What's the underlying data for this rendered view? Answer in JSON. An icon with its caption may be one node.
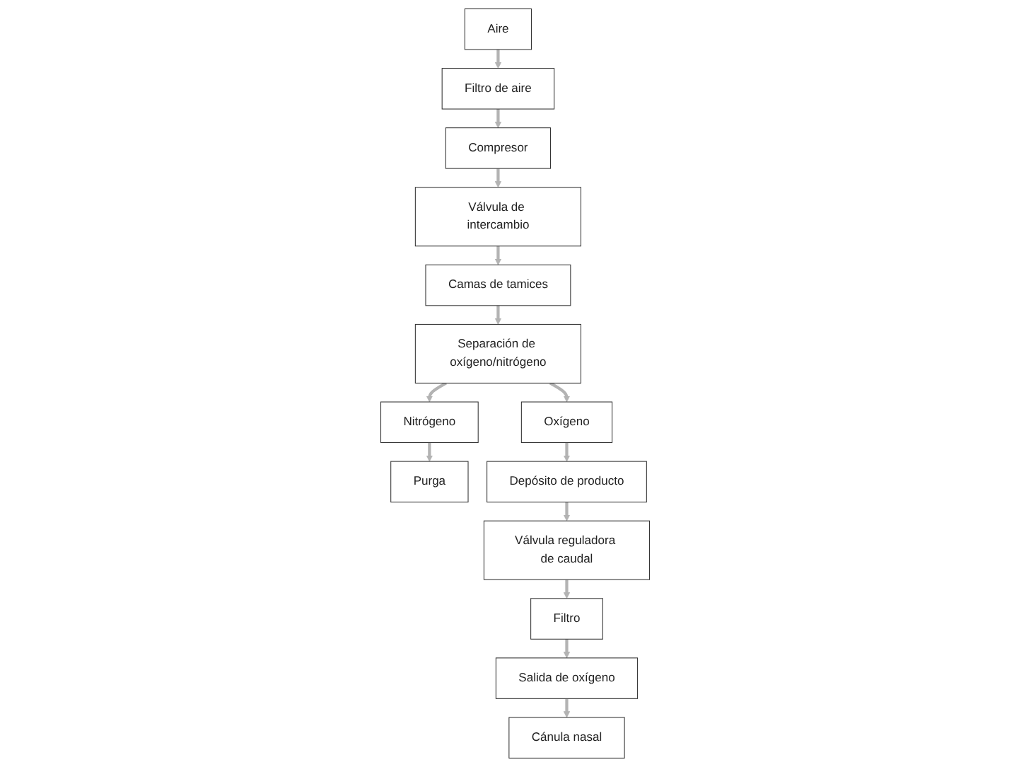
{
  "diagram": {
    "nodes": [
      {
        "text": [
          "Aire"
        ]
      },
      {
        "text": [
          "Filtro de aire"
        ]
      },
      {
        "text": [
          "Compresor"
        ]
      },
      {
        "text": [
          "Válvula de intercambio"
        ]
      },
      {
        "text": [
          "Camas de tamices"
        ]
      },
      {
        "text": [
          "Separación de oxígeno/nitrógeno"
        ]
      },
      {
        "text": [
          "Oxígeno"
        ]
      },
      {
        "text": [
          "Nitrógeno"
        ]
      },
      {
        "text": [
          "Purga"
        ]
      },
      {
        "text": [
          "Depósito de producto"
        ]
      },
      {
        "text": [
          "Válvula reguladora de caudal"
        ]
      },
      {
        "text": [
          "Filtro"
        ]
      },
      {
        "text": [
          "Salida de oxígeno"
        ]
      },
      {
        "text": [
          "Cánula nasal"
        ]
      }
    ],
    "edges": [
      {
        "from": 0,
        "to": 1,
        "arrow": "to"
      },
      {
        "from": 1,
        "to": 2,
        "arrow": "to"
      },
      {
        "from": 2,
        "to": 3,
        "arrow": "to"
      },
      {
        "from": 3,
        "to": 4,
        "arrow": "to"
      },
      {
        "from": 4,
        "to": 5,
        "arrow": "to"
      },
      {
        "from": 5,
        "to": 6,
        "arrow": "to"
      },
      {
        "from": 5,
        "to": 7,
        "arrow": "to"
      },
      {
        "from": 7,
        "to": 8,
        "arrow": "to"
      },
      {
        "from": 6,
        "to": 9,
        "arrow": "to"
      },
      {
        "from": 9,
        "to": 10,
        "arrow": "to"
      },
      {
        "from": 10,
        "to": 11,
        "arrow": "to"
      },
      {
        "from": 11,
        "to": 12,
        "arrow": "to"
      },
      {
        "from": 12,
        "to": 13,
        "arrow": "to"
      }
    ]
  }
}
